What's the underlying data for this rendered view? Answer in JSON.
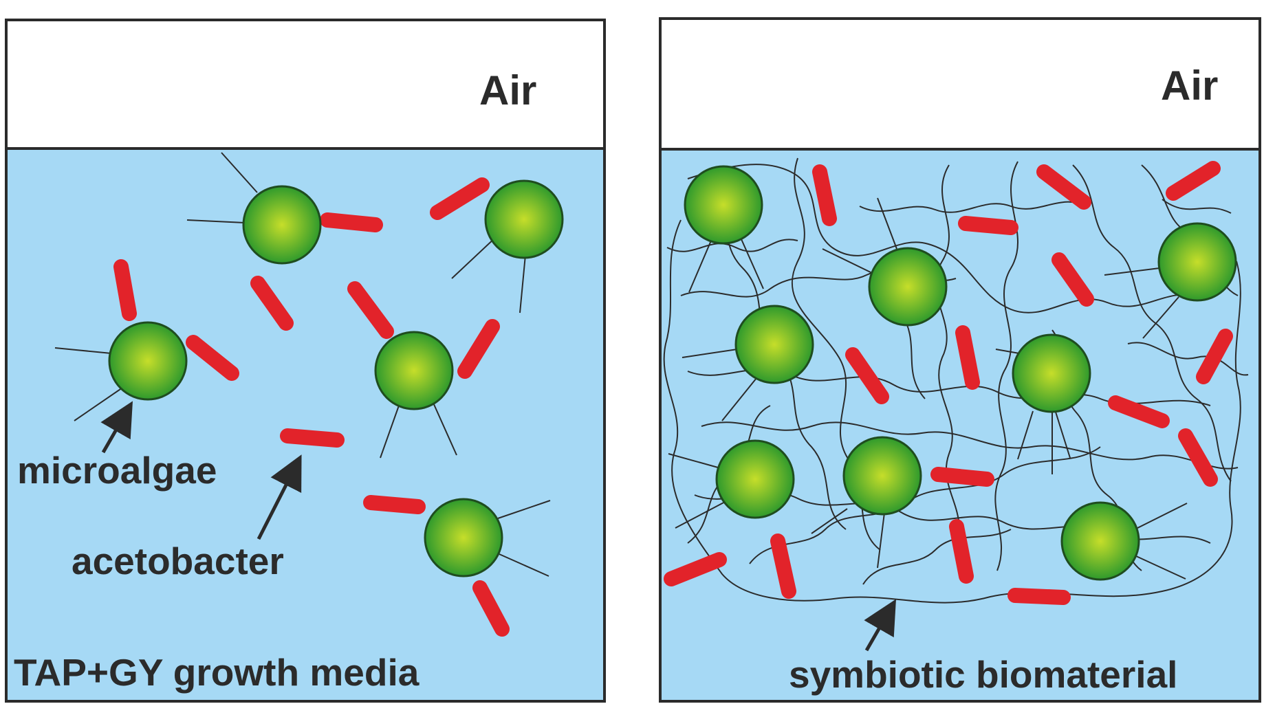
{
  "panels": [
    {
      "air_label": "Air",
      "callouts": [
        "microalgae",
        "acetobacter"
      ],
      "media_label": "TAP+GY growth media"
    },
    {
      "air_label": "Air",
      "media_label": "symbiotic biomaterial"
    }
  ],
  "colors": {
    "medium": "#a6d9f5",
    "outline": "#2b2b2b",
    "algae_center": "#c6de2a",
    "algae_edge": "#2f9a2c",
    "bacteria": "#e2232a"
  }
}
